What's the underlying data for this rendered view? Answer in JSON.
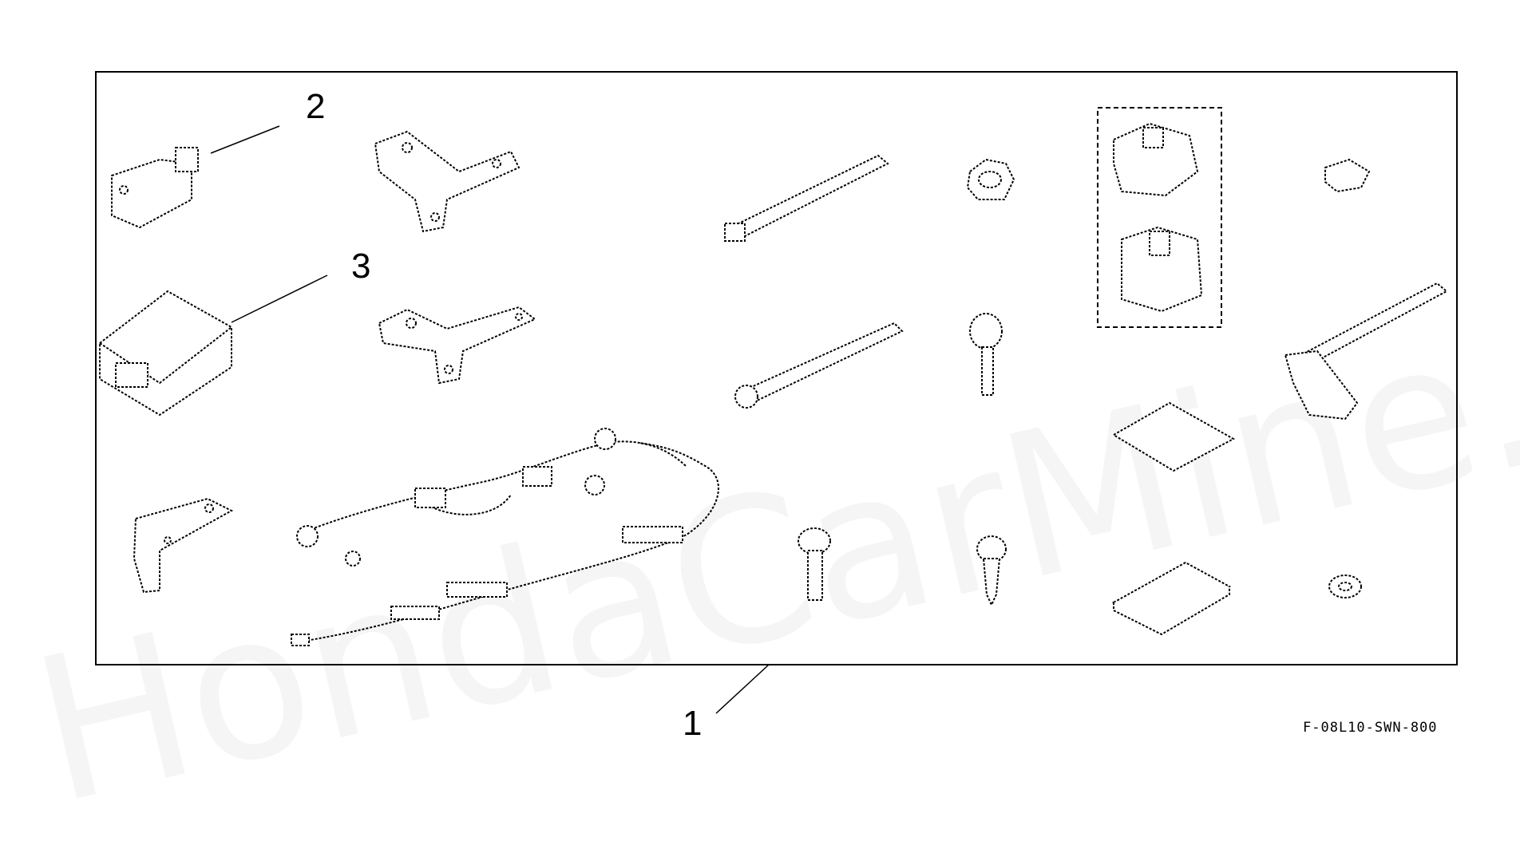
{
  "callouts": {
    "c1": "1",
    "c2": "2",
    "c3": "3"
  },
  "drawing_code": "F-08L10-SWN-800",
  "watermark": "HondaCarMine.ru",
  "colors": {
    "line": "#000000",
    "watermark": "#c8c8c8",
    "background": "#ffffff"
  }
}
